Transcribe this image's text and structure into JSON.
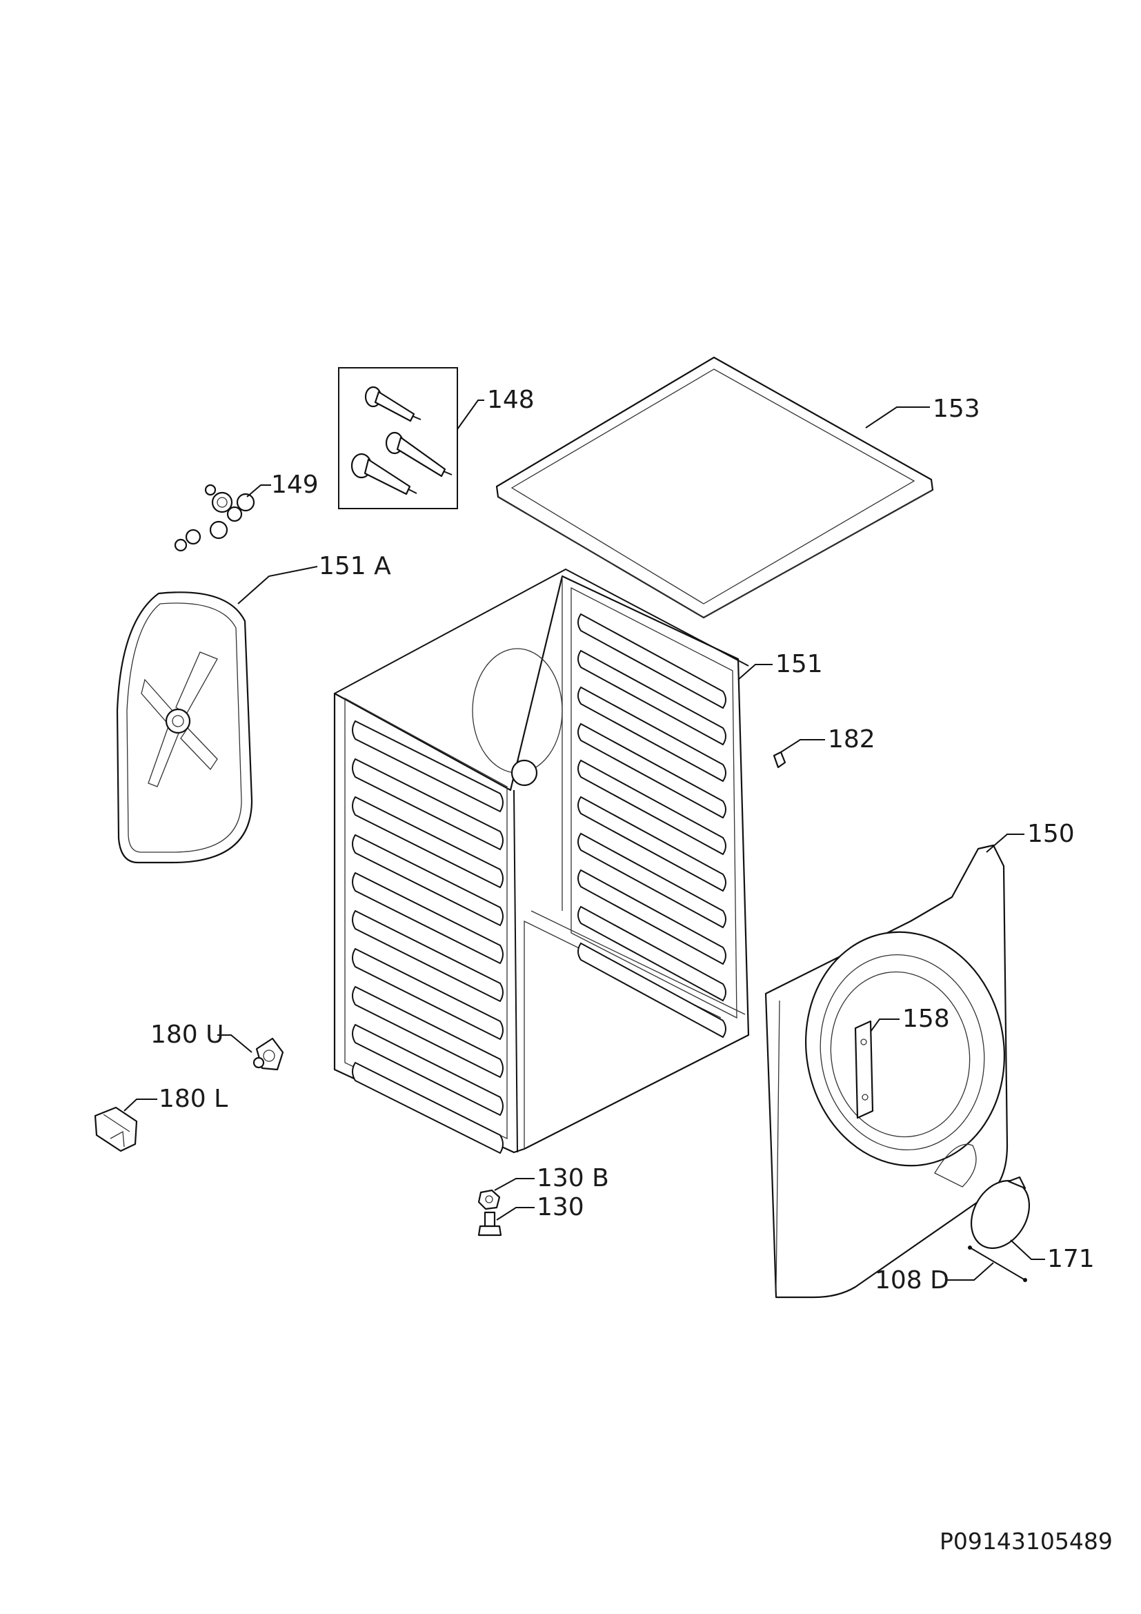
{
  "labels": {
    "p148": "148",
    "p149": "149",
    "p151a": "151 A",
    "p153": "153",
    "p151": "151",
    "p182": "182",
    "p150": "150",
    "p158": "158",
    "p180u": "180 U",
    "p180l": "180 L",
    "p130b": "130 B",
    "p130": "130",
    "p171": "171",
    "p108d": "108 D"
  },
  "drawing_code": "P09143105489"
}
